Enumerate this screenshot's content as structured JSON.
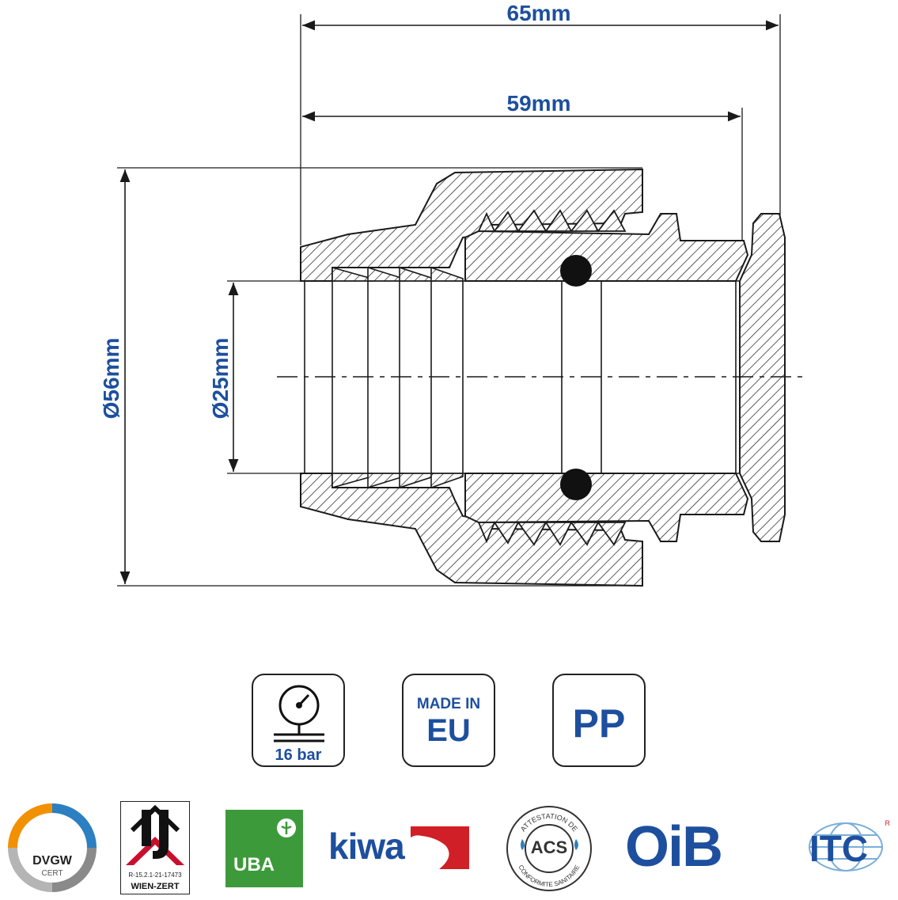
{
  "dimensions": {
    "overall_length": "65mm",
    "inner_length": "59mm",
    "outer_diameter": "Ø56mm",
    "pipe_diameter": "Ø25mm"
  },
  "badges": [
    {
      "id": "pressure",
      "icon": "pressure-gauge-icon",
      "label": "16 bar"
    },
    {
      "id": "origin",
      "line1": "MADE IN",
      "line2": "EU"
    },
    {
      "id": "material",
      "label": "PP"
    }
  ],
  "certifications": {
    "dvgw": {
      "name": "DVGW",
      "sub": "CERT"
    },
    "wien_zert": {
      "code": "R-15.2.1-21-17473",
      "name": "WIEN-ZERT"
    },
    "uba": {
      "name": "UBA"
    },
    "kiwa": {
      "name": "kiwa"
    },
    "acs": {
      "name": "ACS",
      "ring_top": "ATTESTATION DE",
      "ring_bottom": "CONFORMITE SANITAIRE"
    },
    "oib": {
      "name": "OiB"
    },
    "itc": {
      "name": "ITC",
      "mark": "R"
    }
  },
  "colors": {
    "accent": "#1d4f9e",
    "line": "#1a1a1a",
    "uba_green": "#3d9a3a",
    "kiwa_red": "#d01f26",
    "dvgw_orange": "#f29100"
  }
}
